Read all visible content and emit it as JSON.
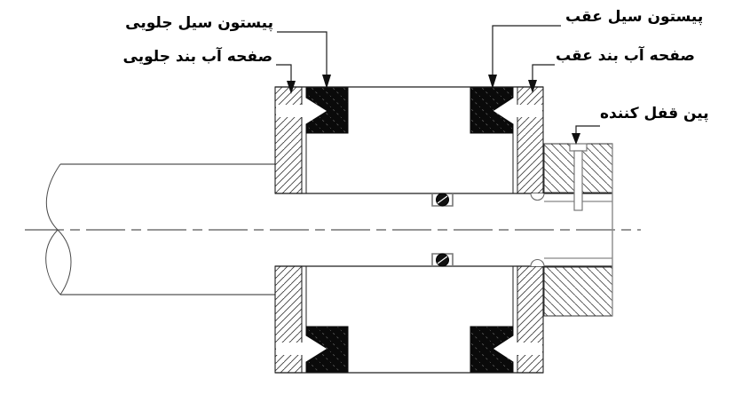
{
  "drawing": {
    "labels": {
      "front_seal_piston": "پیستون سیل جلویی",
      "front_water_seal_plate": "صفحه آب بند جلویی",
      "rear_seal_piston": "پیستون سیل عقب",
      "rear_water_seal_plate": "صفحه آب بند عقب",
      "locking_pin": "پین قفل کننده"
    },
    "colors": {
      "background": "#ffffff",
      "primary_line": "#1f1f1f",
      "secondary_line": "#707070",
      "hatch_line": "#3f3f3f",
      "seal_fill": "#0a0a0a"
    },
    "text_direction": "rtl"
  }
}
